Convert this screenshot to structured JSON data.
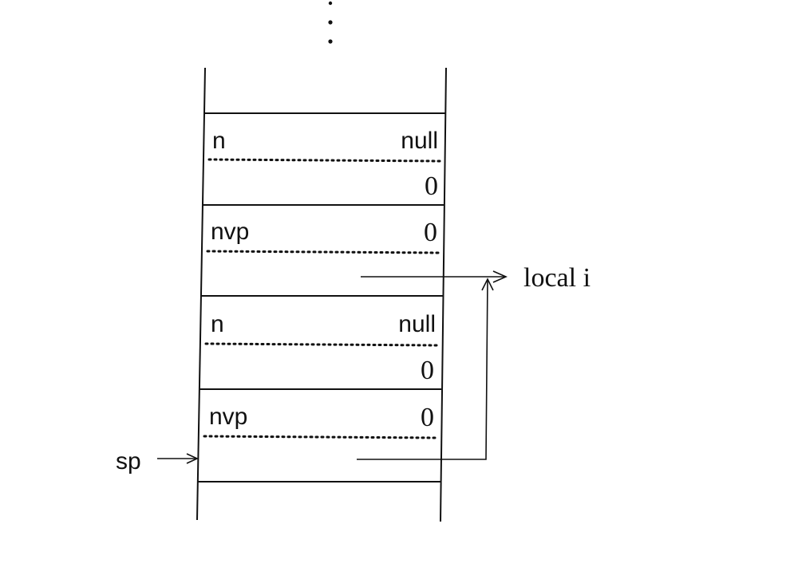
{
  "stack": {
    "frames": [
      {
        "top_label": "n",
        "top_value": "null",
        "bottom_value": "0"
      },
      {
        "top_label": "nvp",
        "top_value": "0",
        "bottom_value": ""
      },
      {
        "top_label": "n",
        "top_value": "null",
        "bottom_value": "0"
      },
      {
        "top_label": "nvp",
        "top_value": "0",
        "bottom_value": ""
      }
    ]
  },
  "labels": {
    "sp": "sp",
    "local_i": "local i"
  }
}
